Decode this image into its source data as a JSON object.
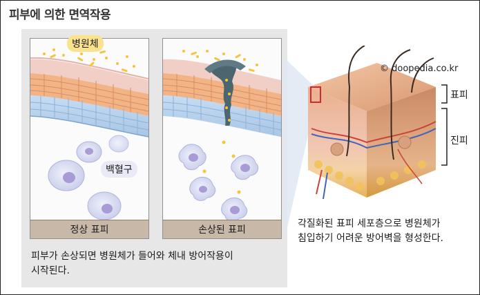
{
  "title": "피부에 의한 면역작용",
  "pathogen_label": "병원체",
  "wbc_label": "백혈구",
  "panel_left_caption": "정상 표피",
  "panel_right_caption": "손상된 표피",
  "left_description_line1": "피부가 손상되면 병원체가 들어와 체내 방어작용이",
  "left_description_line2": "시작된다.",
  "right_description_line1": "각질화된 표피 세포층으로 병원체가",
  "right_description_line2": "침입하기 어려운 방어벽을 형성한다.",
  "copyright": "© doopedia.co.kr",
  "label_epidermis": "표피",
  "label_dermis": "진피"
}
